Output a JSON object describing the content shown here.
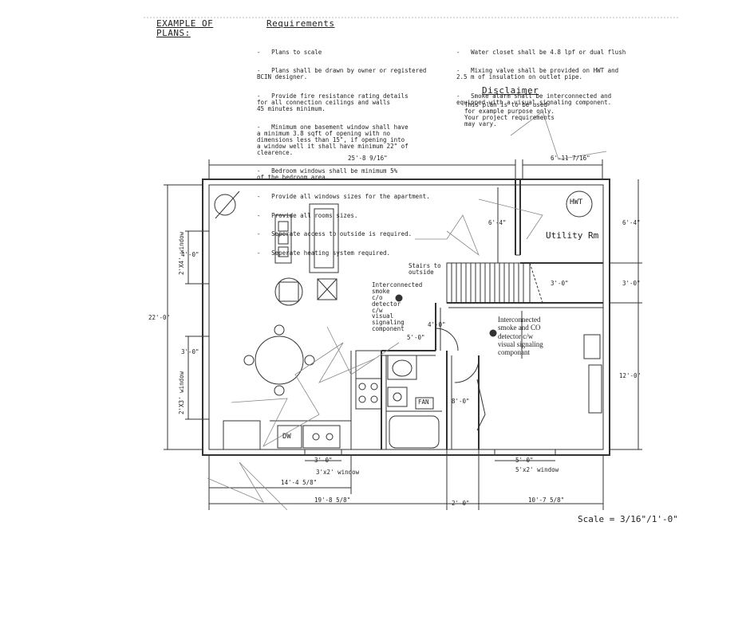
{
  "header": {
    "example_title_line1": "EXAMPLE OF",
    "example_title_line2": "PLANS:"
  },
  "requirements": {
    "title": "Requirements",
    "items": [
      "Plans to scale",
      "Plans shall be drawn by owner or registered\nBCIN designer.",
      "Provide fire resistance rating details\nfor all connection ceilings and walls\n45 minutes minimum.",
      "Minimum one basement window shall have\na minimum 3.8 sqft of opening with no\ndimensions less than 15\", if opening into\na window well it shall have minimum 22\" of\nclearence.",
      "Bedroom windows shall be minimum 5%\nof the bedroom area.",
      "Provide all windows sizes for the apartment.",
      "Provide all rooms sizes.",
      "Seperate access to outside is required.",
      "Seperate heating system required."
    ],
    "items_right": [
      "Water closet shall be 4.8 lpf or dual flush",
      "Mixing valve shall be provided on HWT and\n2.5 m of insulation on outlet pipe.",
      "Smoke alarm shall be interconnected and\nequipped with a visual signaling component."
    ]
  },
  "disclaimer": {
    "title": "Disclaimer",
    "text": "This plan is to be used\nfor example purpose only.\nYour project requirements\nmay vary."
  },
  "dimensions": {
    "top_width": "25'-8 9/16\"",
    "top_right": "6'-11 7/16\"",
    "left_height": "22'-0\"",
    "window_left_top": "4'-0\"",
    "window_left_bottom": "3'-0\"",
    "right_top": "6'-4\"",
    "right_mid": "3'-0\"",
    "right_bottom": "12'-0\"",
    "utility_inner": "6'-4\"",
    "stair_inner": "3'-0\"",
    "hall_a": "4'-0\"",
    "hall_b": "5'-0\"",
    "hall_c": "8'-0\"",
    "bottom_window_a": "3'-0\"",
    "bottom_window_b": "5'-0\"",
    "bottom_1": "14'-4 5/8\"",
    "bottom_2": "19'-8 5/8\"",
    "bottom_3": "2'-0\"",
    "bottom_4": "10'-7 5/8\""
  },
  "labels": {
    "hwt": "HWT",
    "utility": "Utility Rm",
    "stairs": "Stairs to\noutside",
    "smoke_left": "Interconnected\nsmoke\nc/o\ndetector\nc/w\nvisual\nsignaling\ncomponent",
    "smoke_right": "Interconnected\nsmoke and CO\ndetector c/w\nvisual signaling\ncomponant",
    "fan": "FAN",
    "dw": "DW",
    "window_bottom_a": "3'x2' window",
    "window_bottom_b": "5'x2' window",
    "window_left_1": "2'X4' window",
    "window_left_2": "2'X3' window"
  },
  "scale": {
    "text": "Scale = 3/16\"/1'-0\""
  }
}
